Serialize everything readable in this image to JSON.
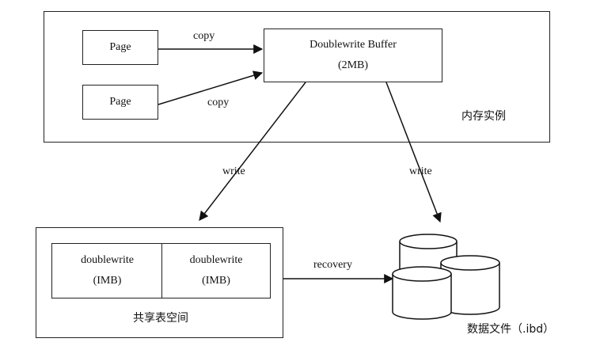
{
  "memory": {
    "label": "内存实例",
    "pages": [
      {
        "label": "Page"
      },
      {
        "label": "Page"
      }
    ],
    "copy_labels": [
      "copy",
      "copy"
    ],
    "buffer": {
      "line1": "Doublewrite Buffer",
      "line2": "(2MB)"
    }
  },
  "write_labels": [
    "write",
    "write"
  ],
  "shared_tablespace": {
    "label": "共享表空间",
    "cells": [
      {
        "line1": "doublewrite",
        "line2": "(IMB)"
      },
      {
        "line1": "doublewrite",
        "line2": "(IMB)"
      }
    ]
  },
  "recovery_label": "recovery",
  "data_files": {
    "label": "数据文件（.ibd）"
  }
}
